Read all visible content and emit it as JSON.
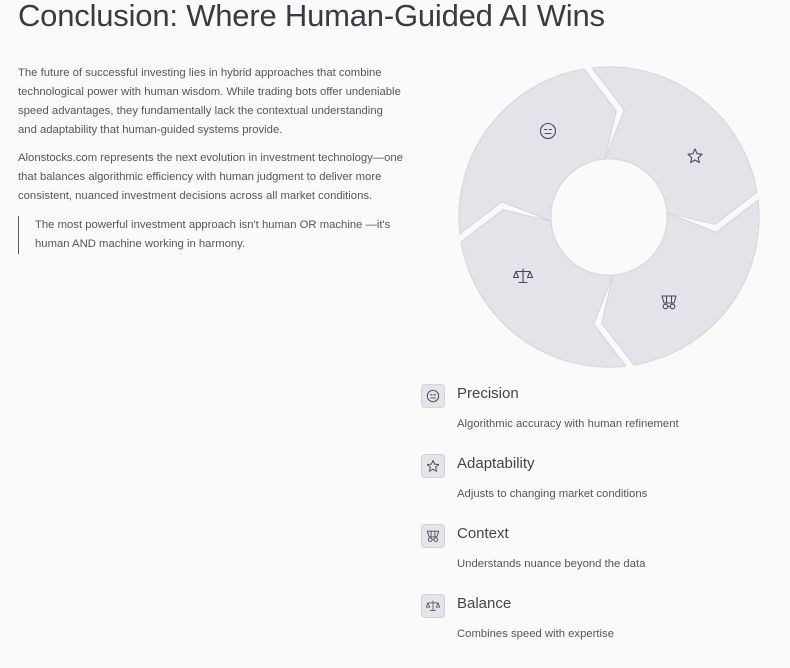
{
  "page": {
    "title": "Conclusion: Where Human-Guided AI Wins",
    "paragraphs": [
      "The future of successful investing lies in hybrid approaches that combine technological power with human wisdom. While trading bots offer undeniable speed advantages, they fundamentally lack the contextual understanding and adaptability that human-guided systems provide.",
      "Alonstocks.com represents the next evolution in investment technology—one that balances algorithmic efficiency with human judgment to deliver more consistent, nuanced investment decisions across all market conditions."
    ],
    "quote": "The most powerful investment approach isn't human OR machine —it's human AND machine working in harmony."
  },
  "cycle_diagram": {
    "segment_color": "#e3e3e9",
    "segment_border": "#d4d4dc",
    "icon_color": "#4a4a55",
    "segments": [
      {
        "name": "Precision",
        "icon": "neutral-face-icon"
      },
      {
        "name": "Adaptability",
        "icon": "star-icon"
      },
      {
        "name": "Context",
        "icon": "wagon-icon"
      },
      {
        "name": "Balance",
        "icon": "scale-icon"
      }
    ]
  },
  "features": [
    {
      "icon": "neutral-face-icon",
      "title": "Precision",
      "description": "Algorithmic accuracy with human refinement"
    },
    {
      "icon": "star-icon",
      "title": "Adaptability",
      "description": "Adjusts to changing market conditions"
    },
    {
      "icon": "wagon-icon",
      "title": "Context",
      "description": "Understands nuance beyond the data"
    },
    {
      "icon": "scale-icon",
      "title": "Balance",
      "description": "Combines speed with expertise"
    }
  ]
}
